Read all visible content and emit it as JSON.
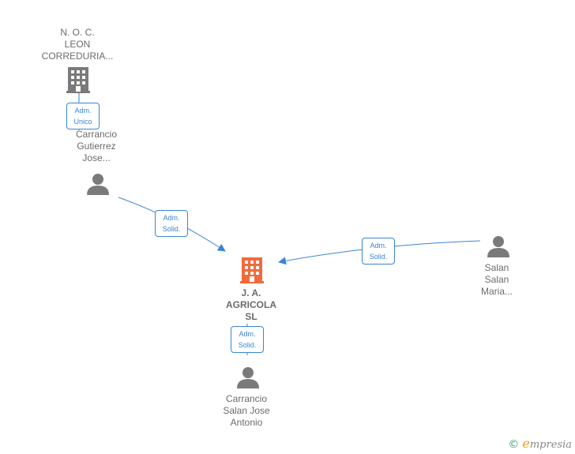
{
  "colors": {
    "edge": "#3a85d6",
    "person_icon": "#7a7a7a",
    "company_icon": "#7a7a7a",
    "main_company_icon": "#f26a3b"
  },
  "nodes": {
    "noc": {
      "label": [
        "N. O. C.",
        "LEON",
        "CORREDURIA..."
      ],
      "icon": "building-icon"
    },
    "carrancio_gutierrez": {
      "label": [
        "Carrancio",
        "Gutierrez",
        "Jose..."
      ],
      "icon": "person-icon"
    },
    "main": {
      "label": [
        "J. A.",
        "AGRICOLA",
        "SL"
      ],
      "icon": "building-icon"
    },
    "salan": {
      "label": [
        "Salan",
        "Salan",
        "Maria..."
      ],
      "icon": "person-icon"
    },
    "carrancio_salan": {
      "label": [
        "Carrancio",
        "Salan Jose",
        "Antonio"
      ],
      "icon": "person-icon"
    }
  },
  "edges": {
    "noc_to_carrancio": [
      "Adm.",
      "Unico"
    ],
    "carrancio_to_main": [
      "Adm.",
      "Solid."
    ],
    "salan_to_main": [
      "Adm.",
      "Solid."
    ],
    "main_to_carrancio_salan": [
      "Adm.",
      "Solid."
    ]
  },
  "brand": {
    "copyright": "©",
    "initial": "e",
    "name": "mpresia"
  }
}
